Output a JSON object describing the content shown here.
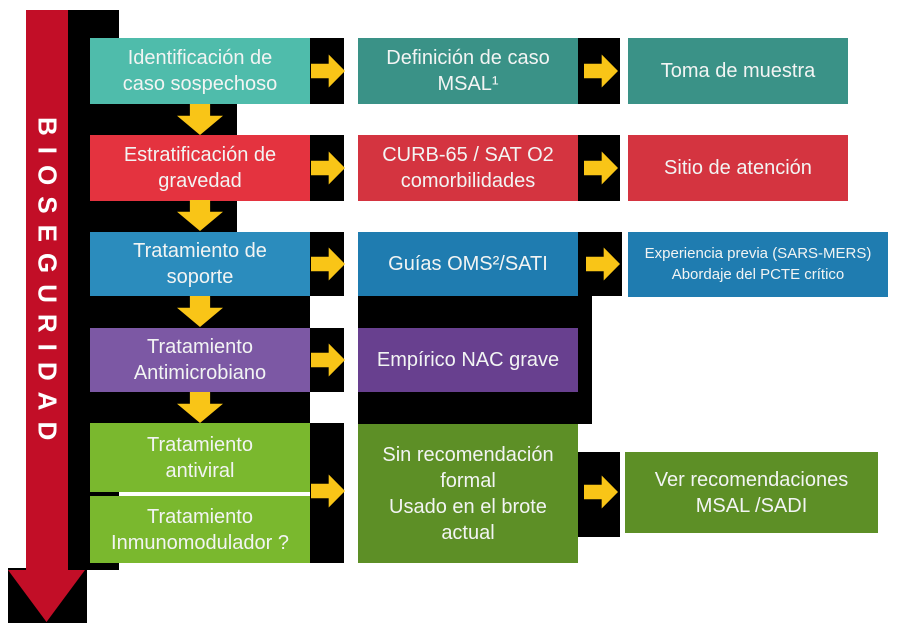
{
  "diagram": {
    "vertical_label": "BIOSEGURIDAD",
    "rows": [
      {
        "name": "identificacion",
        "col1": [
          "Identificación de",
          "caso sospechoso"
        ],
        "col2": [
          "Definición de caso",
          "MSAL¹"
        ],
        "col3": [
          "Toma de muestra"
        ]
      },
      {
        "name": "estratificacion",
        "col1": [
          "Estratificación de",
          "gravedad"
        ],
        "col2": [
          "CURB-65 / SAT O2",
          "comorbilidades"
        ],
        "col3": [
          "Sitio de atención"
        ]
      },
      {
        "name": "soporte",
        "col1": [
          "Tratamiento de",
          "soporte"
        ],
        "col2": [
          "Guías OMS²/SATI"
        ],
        "col3": [
          "Experiencia previa (SARS-MERS)",
          "Abordaje del PCTE crítico"
        ]
      },
      {
        "name": "antimicrobiano",
        "col1": [
          "Tratamiento",
          "Antimicrobiano"
        ],
        "col2": [
          "Empírico NAC grave"
        ]
      },
      {
        "name": "antiviral-inmuno",
        "col1a": [
          "Tratamiento",
          "antiviral"
        ],
        "col1b": [
          "Tratamiento",
          "Inmunomodulador ?"
        ],
        "col2": [
          "Sin recomendación",
          "formal",
          "Usado en el brote",
          "actual"
        ],
        "col3": [
          "Ver recomendaciones",
          "MSAL /SADI"
        ]
      }
    ],
    "colors": {
      "teal_light": "#4fbcab",
      "teal_dark": "#3a9287",
      "red_light": "#e4333f",
      "red_dark": "#d43440",
      "blue_light": "#2b8cbd",
      "blue_dark": "#1f7cb0",
      "purple_light": "#7c58a4",
      "purple_dark": "#68408f",
      "green_light": "#7ab82e",
      "green_dark": "#5d8f26",
      "arrow_yellow": "#f9c517",
      "biosecurity_red": "#c20e27",
      "connector_black": "#000000",
      "text": "#f2f4f3"
    }
  }
}
